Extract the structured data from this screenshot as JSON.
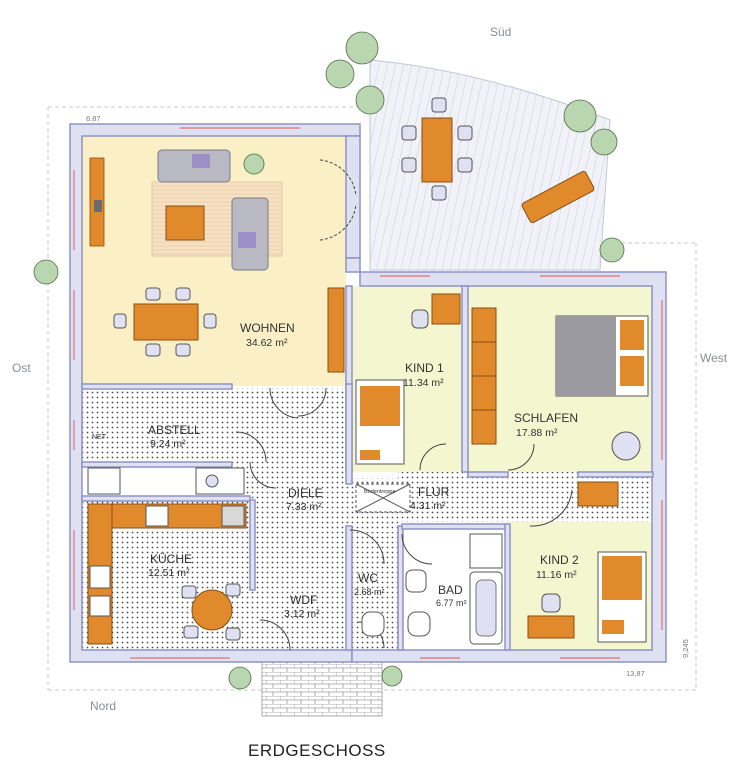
{
  "plan": {
    "title": "ERDGESCHOSS",
    "directions": {
      "north": "Nord",
      "south": "Süd",
      "east": "Ost",
      "west": "West"
    },
    "dimensions": {
      "top": "6,87",
      "bottom": "13,87",
      "right": "9,245"
    },
    "rooms": [
      {
        "id": "wohnen",
        "name": "WOHNEN",
        "area": "34.62 m²"
      },
      {
        "id": "abstell",
        "name": "ABSTELL",
        "area": "9.24 m²"
      },
      {
        "id": "kueche",
        "name": "KÜCHE",
        "area": "12.51 m²"
      },
      {
        "id": "diele",
        "name": "DIELE",
        "area": "7.33 m²"
      },
      {
        "id": "wdf",
        "name": "WDF",
        "area": "3.12 m²"
      },
      {
        "id": "wc",
        "name": "WC",
        "area": "2.68 m²"
      },
      {
        "id": "bad",
        "name": "BAD",
        "area": "6.77 m²"
      },
      {
        "id": "flur",
        "name": "FLUR",
        "area": "4.31 m²"
      },
      {
        "id": "kind1",
        "name": "KIND 1",
        "area": "11.34 m²"
      },
      {
        "id": "schlafen",
        "name": "SCHLAFEN",
        "area": "17.88 m²"
      },
      {
        "id": "kind2",
        "name": "KIND 2",
        "area": "11.16 m²"
      }
    ],
    "labels": {
      "net": "NET",
      "hatch": "Bodentreppe"
    },
    "colors": {
      "wall": "#8d93c4",
      "wall_inner": "#dfe1f2",
      "living_floor": "#fbefc6",
      "bedroom_floor": "#f4f6cf",
      "tile_floor": "#ffffff",
      "wood": "#e08a2c",
      "terrace": "#e9eaf3",
      "plant": "#b9d6b0"
    }
  }
}
